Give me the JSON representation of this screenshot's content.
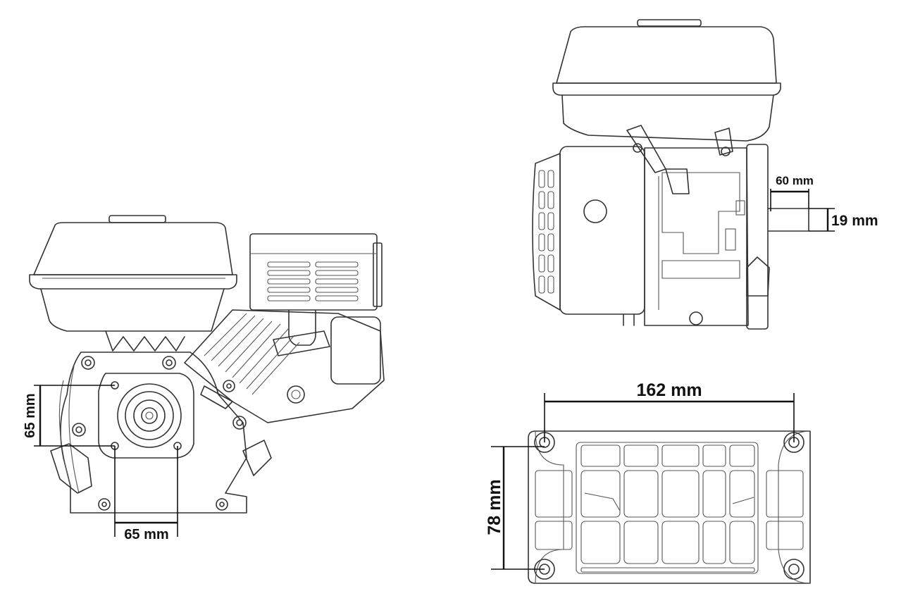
{
  "views": {
    "front": {
      "dims": {
        "vertical_bolt_spacing": "65 mm",
        "horizontal_bolt_spacing": "65 mm"
      }
    },
    "side": {
      "dims": {
        "shaft_length": "60 mm",
        "shaft_diameter": "19 mm"
      }
    },
    "base": {
      "dims": {
        "mount_width": "162 mm",
        "mount_depth": "78 mm"
      }
    }
  },
  "colors": {
    "line": "#333333",
    "dimension": "#111111",
    "background": "#ffffff"
  }
}
